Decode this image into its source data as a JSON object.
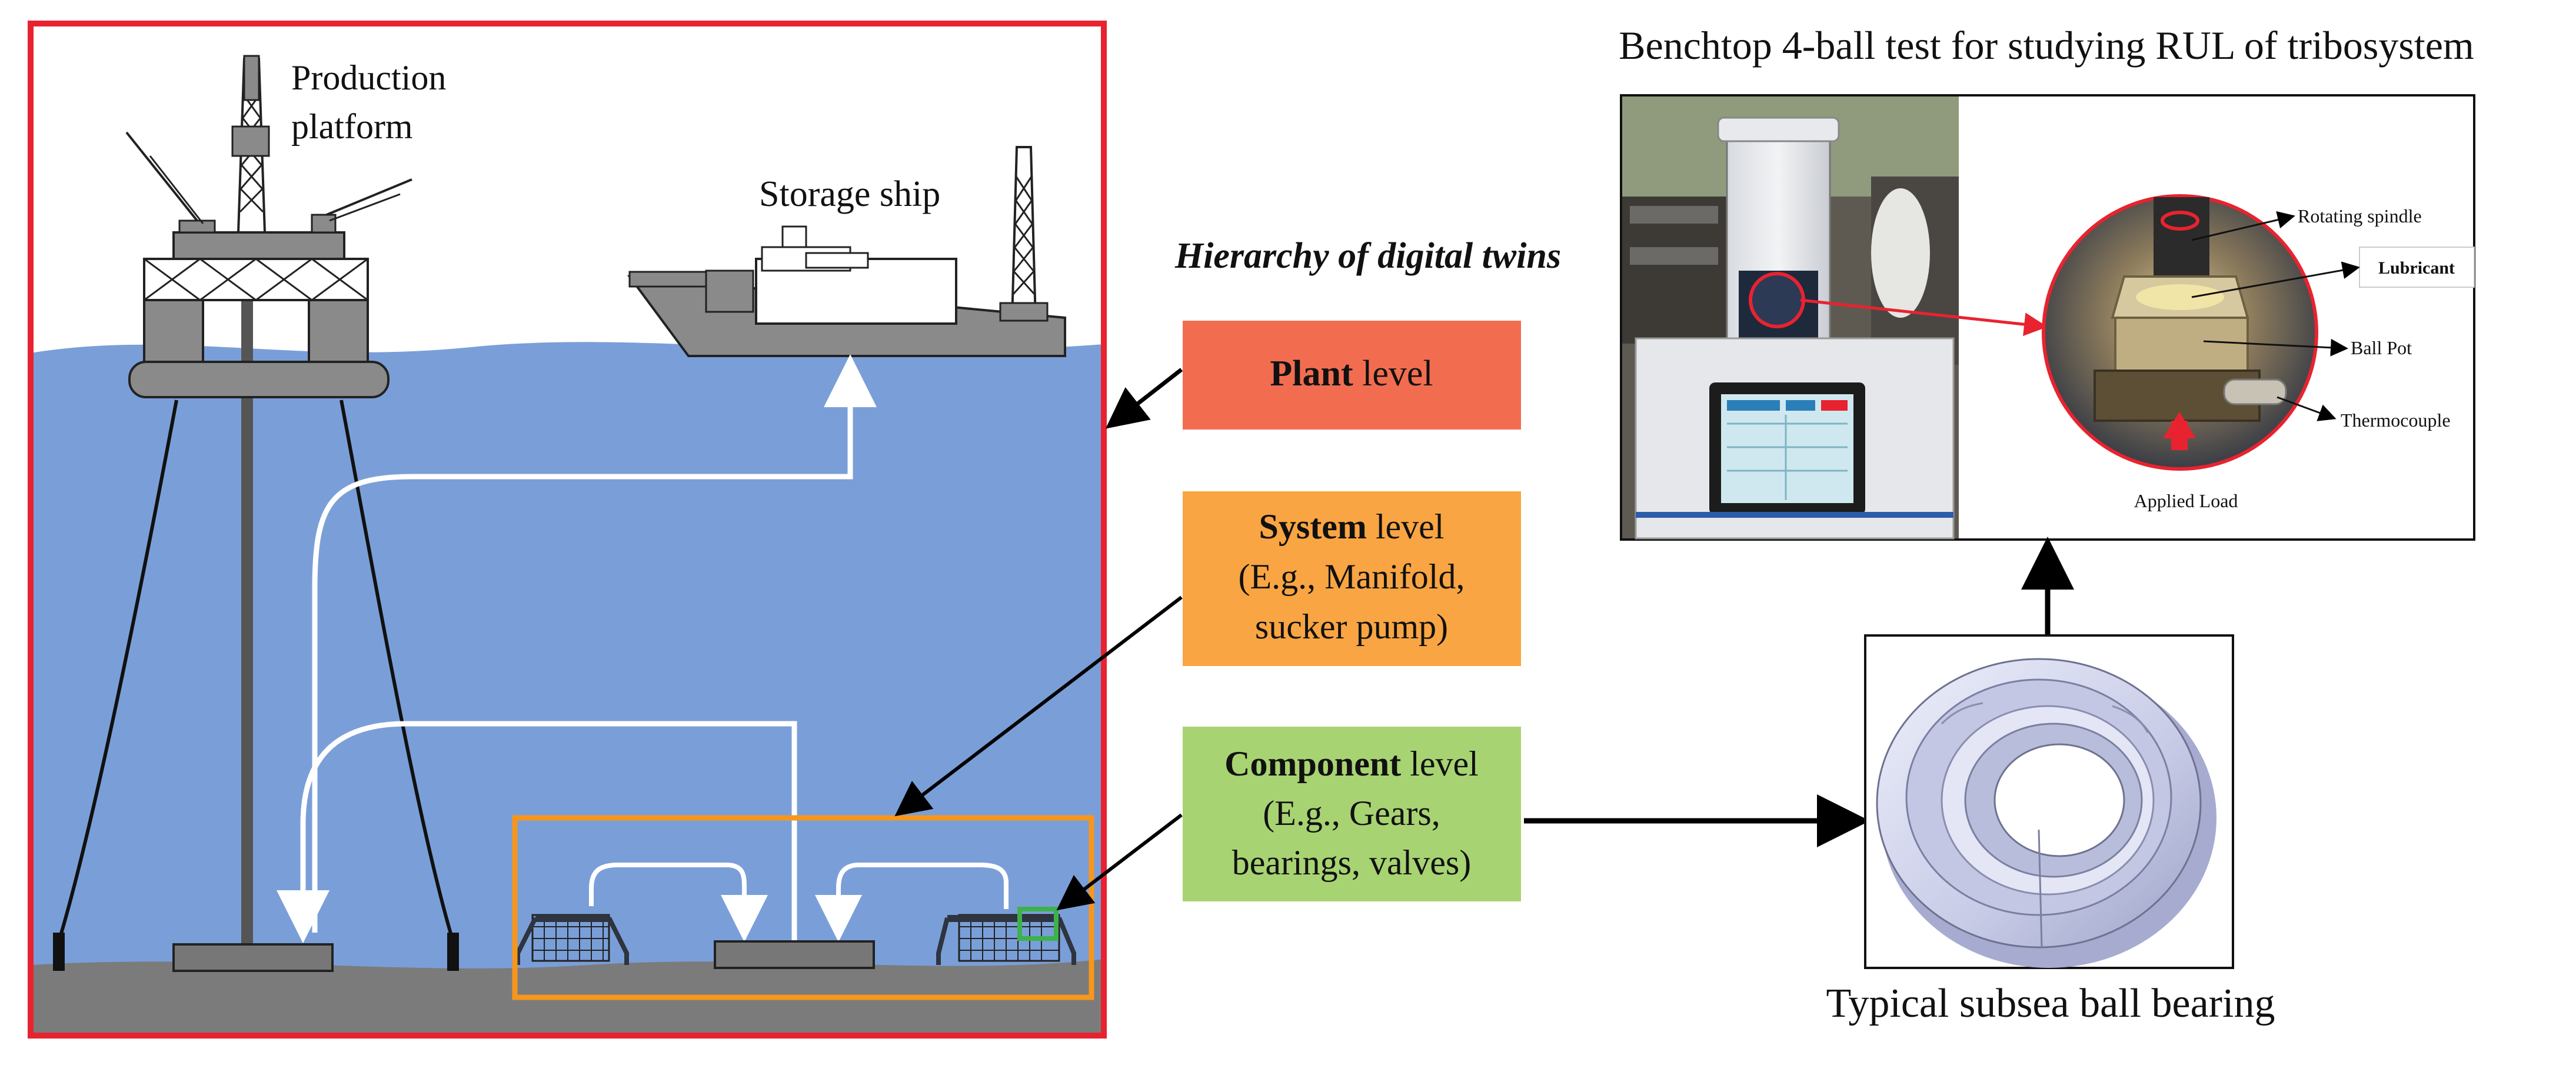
{
  "offshore_scene": {
    "production_platform_label_line1": "Production",
    "production_platform_label_line2": "platform",
    "storage_ship_label": "Storage ship"
  },
  "hierarchy": {
    "title": "Hierarchy of digital twins",
    "plant": {
      "bold": "Plant",
      "rest": " level",
      "color": "#f26d50"
    },
    "system": {
      "bold": "System",
      "rest": " level",
      "line2": "(E.g., Manifold,",
      "line3": "sucker pump)",
      "color": "#f9a543"
    },
    "component": {
      "bold": "Component",
      "rest": " level",
      "line2": "(E.g., Gears,",
      "line3": "bearings, valves)",
      "color": "#a8d372"
    }
  },
  "benchtop": {
    "title": "Benchtop 4-ball test for studying RUL of tribosystem",
    "callouts": {
      "rotating_spindle": "Rotating spindle",
      "lubricant": "Lubricant",
      "ball_pot": "Ball Pot",
      "thermocouple": "Thermocouple",
      "applied_load": "Applied Load"
    }
  },
  "bearing": {
    "caption": "Typical subsea ball bearing"
  },
  "colors": {
    "sea": "#7a9fd8",
    "seabed": "#7b7b7b",
    "frame_red": "#e8232f",
    "frame_orange": "#f7961d",
    "frame_green": "#3db24a",
    "structure_gray": "#8a8a8a"
  }
}
